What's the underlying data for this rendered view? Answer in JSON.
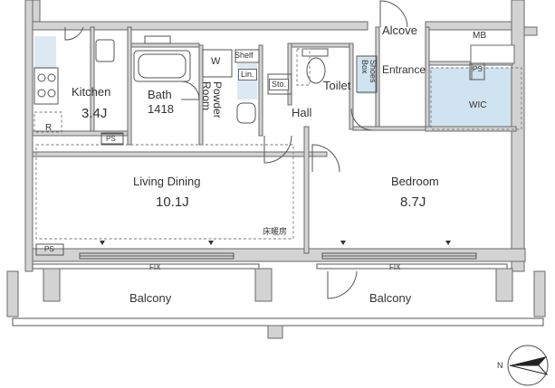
{
  "rooms": {
    "kitchen": {
      "name": "Kitchen",
      "area": "3.4J"
    },
    "bath": {
      "name": "Bath",
      "size": "1418"
    },
    "powder_room": {
      "name": "Powder\nRoom"
    },
    "toilet": {
      "name": "Toilet"
    },
    "hall": {
      "name": "Hall"
    },
    "entrance": {
      "name": "Entrance"
    },
    "alcove": {
      "name": "Alcove"
    },
    "mb": {
      "name": "MB"
    },
    "wic": {
      "name": "WIC"
    },
    "living_dining": {
      "name": "Living Dining",
      "area": "10.1J"
    },
    "bedroom": {
      "name": "Bedroom",
      "area": "8.7J"
    },
    "balcony_left": {
      "name": "Balcony"
    },
    "balcony_right": {
      "name": "Balcony"
    }
  },
  "fixtures": {
    "washer": "W",
    "shelf": "Shelf",
    "linen": "Lin.",
    "storage": "Sto.",
    "shoes_box": "Shoes\nBox",
    "refrigerator": "R",
    "floor_heating": "床暖房",
    "fix_left": "FIX",
    "fix_right": "FIX",
    "ps_kitchen": "PS",
    "ps_living": "PS",
    "ps_wic": "PS"
  },
  "compass": {
    "north_label": "N"
  },
  "colors": {
    "wall": "#d3d3d3",
    "wet_area": "#cfe3f0",
    "wic": "#cfe3f0"
  }
}
